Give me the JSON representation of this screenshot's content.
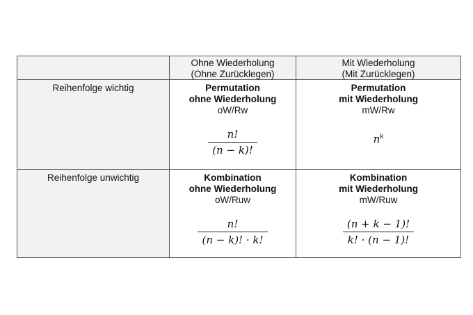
{
  "header": {
    "col1": {
      "line1": "Ohne Wiederholung",
      "line2": "(Ohne Zurücklegen)"
    },
    "col2": {
      "line1": "Mit Wiederholung",
      "line2": "(Mit Zurücklegen)"
    }
  },
  "rows": [
    {
      "label": "Reihenfolge wichtig",
      "cells": [
        {
          "title1": "Permutation",
          "title2": "ohne Wiederholung",
          "code": "oW/Rw",
          "num": "n!",
          "den": "(n − k)!"
        },
        {
          "title1": "Permutation",
          "title2": "mit Wiederholung",
          "code": "mW/Rw",
          "base": "n",
          "exp": "k"
        }
      ]
    },
    {
      "label": "Reihenfolge unwichtig",
      "cells": [
        {
          "title1": "Kombination",
          "title2": "ohne Wiederholung",
          "code": "oW/Ruw",
          "num": "n!",
          "den": "(n − k)! · k!"
        },
        {
          "title1": "Kombination",
          "title2": "mit Wiederholung",
          "code": "mW/Ruw",
          "num": "(n + k − 1)!",
          "den": "k! · (n − 1)!"
        }
      ]
    }
  ]
}
